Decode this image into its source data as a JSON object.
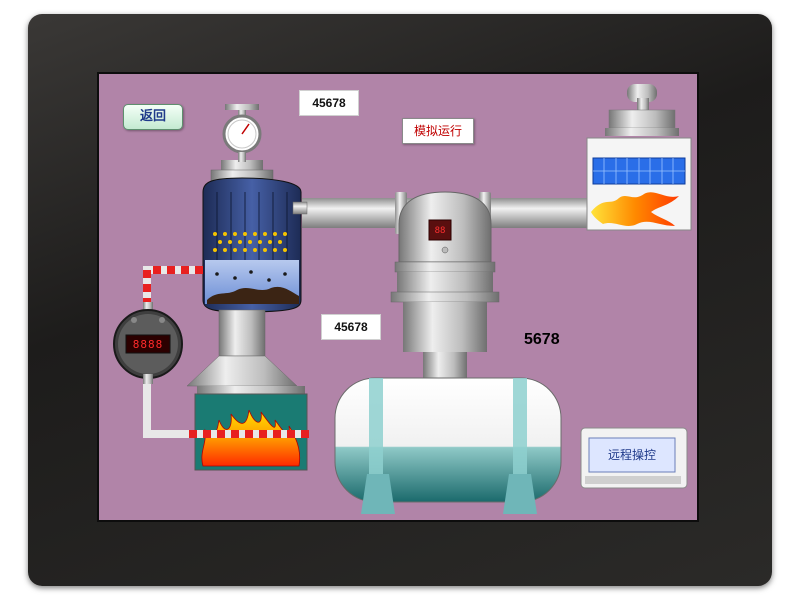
{
  "hmi": {
    "back_button_label": "返回",
    "simulate_button_label": "模拟运行",
    "remote_control_label": "远程操控",
    "readouts": {
      "top_value": "45678",
      "middle_value": "45678",
      "side_value": "5678"
    },
    "gauge_display_value": "8888",
    "burner_display_value": "88"
  },
  "colors": {
    "screen_background": "#b184a8",
    "pipe": "#c8c8c8",
    "tank_body": "#2b3f75",
    "flame": "#ff8c00",
    "digital_red": "#ff2a2a"
  },
  "icons": [
    "pressure-gauge-icon",
    "digital-pressure-transmitter-icon",
    "burner-flame-icon",
    "reactor-tank-icon",
    "heat-exchanger-icon",
    "horizontal-tank-icon",
    "remote-terminal-icon"
  ]
}
